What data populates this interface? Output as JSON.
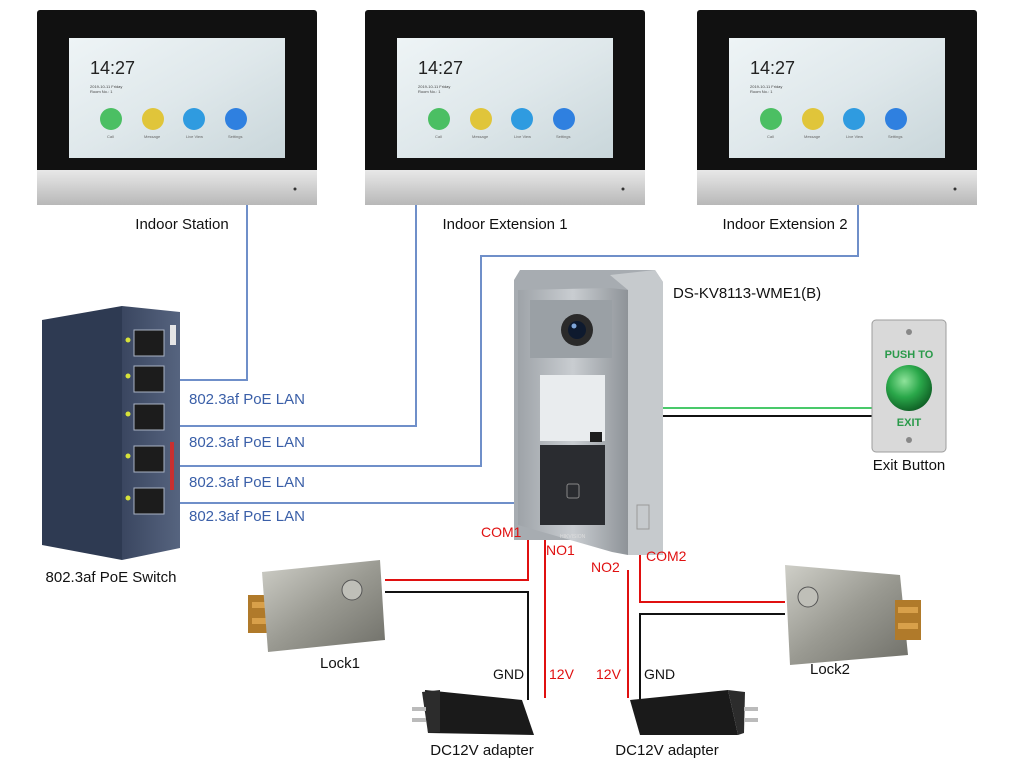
{
  "colors": {
    "lan": "#6f8fc9",
    "lan_text": "#3a5fa8",
    "wire_red": "#e01010",
    "wire_black": "#111111",
    "wire_green": "#49c96a"
  },
  "monitor": {
    "time": "14:27",
    "date": "2019-10-11 Friday",
    "room": "Room No.: 1",
    "apps": [
      "Call",
      "Message",
      "Live View",
      "Settings"
    ]
  },
  "devices": {
    "indoor_station": "Indoor Station",
    "indoor_extension_1": "Indoor Extension 1",
    "indoor_extension_2": "Indoor Extension 2",
    "door_station": "DS-KV8113-WME1(B)",
    "door_station_brand": "HIKVISION",
    "exit_button": "Exit Button",
    "exit_button_top": "PUSH TO",
    "exit_button_bottom": "EXIT",
    "poe_switch": "802.3af PoE Switch",
    "lock1": "Lock1",
    "lock2": "Lock2",
    "adapter_1": "DC12V adapter",
    "adapter_2": "DC12V adapter"
  },
  "lan_labels": [
    "802.3af PoE LAN",
    "802.3af PoE LAN",
    "802.3af PoE LAN",
    "802.3af PoE LAN"
  ],
  "terminals": {
    "com1": "COM1",
    "no1": "NO1",
    "no2": "NO2",
    "com2": "COM2",
    "gnd_left": "GND",
    "v12_left": "12V",
    "v12_right": "12V",
    "gnd_right": "GND"
  }
}
